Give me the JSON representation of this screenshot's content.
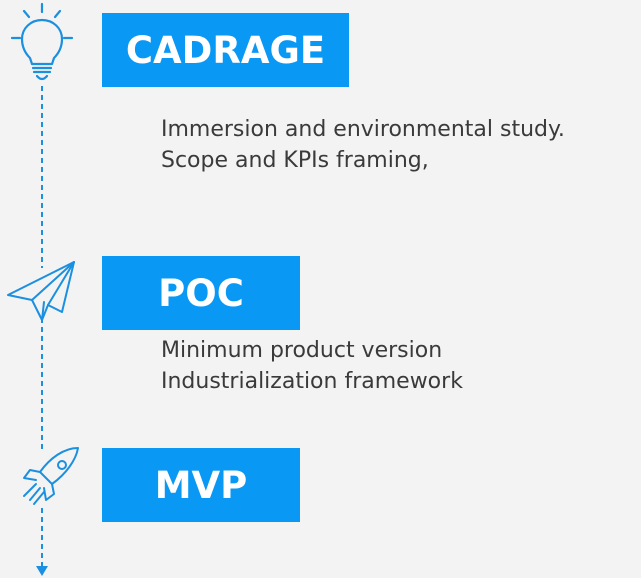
{
  "colors": {
    "background": "#f3f3f3",
    "accent": "#0a98f5",
    "text": "#3a3a3a",
    "icon_stroke": "#1b8fe0"
  },
  "stages": [
    {
      "title": "CADRAGE",
      "icon": "lightbulb-icon",
      "lines": [
        "Immersion and environmental study.",
        "Scope and KPIs framing,"
      ]
    },
    {
      "title": "POC",
      "icon": "paper-plane-icon",
      "lines": [
        "Minimum product version",
        "Industrialization framework"
      ]
    },
    {
      "title": "MVP",
      "icon": "rocket-icon",
      "lines": []
    }
  ]
}
